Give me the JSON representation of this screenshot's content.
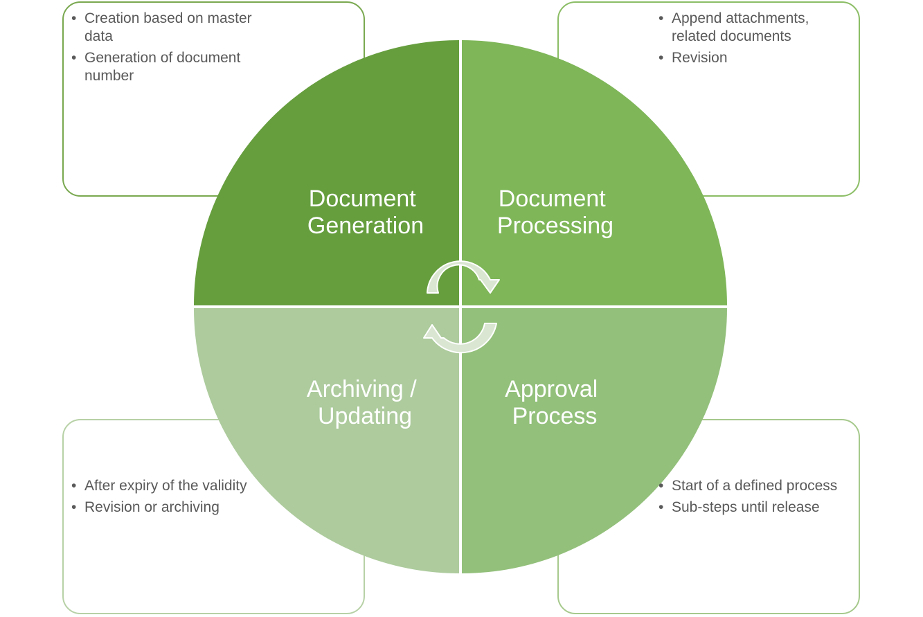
{
  "colors": {
    "generation": "#669e3e",
    "processing": "#7eb658",
    "approval": "#93c07b",
    "archiving": "#adcb9d",
    "cycle_arrow": "#dae6d2"
  },
  "quadrants": {
    "generation": {
      "line1": "Document",
      "line2": "Generation"
    },
    "processing": {
      "line1": "Document",
      "line2": "Processing"
    },
    "approval": {
      "line1": "Approval",
      "line2": "Process"
    },
    "archiving": {
      "line1": "Archiving /",
      "line2": "Updating"
    }
  },
  "boxes": {
    "generation": [
      "Creation based on master data",
      "Generation of document number"
    ],
    "processing": [
      "Append attachments, related documents",
      "Revision"
    ],
    "archiving": [
      "After expiry of the validity",
      "Revision or archiving"
    ],
    "approval": [
      "Start of a defined process",
      "Sub-steps until release"
    ]
  },
  "icons": {
    "cycle": "circular-arrows-icon"
  }
}
